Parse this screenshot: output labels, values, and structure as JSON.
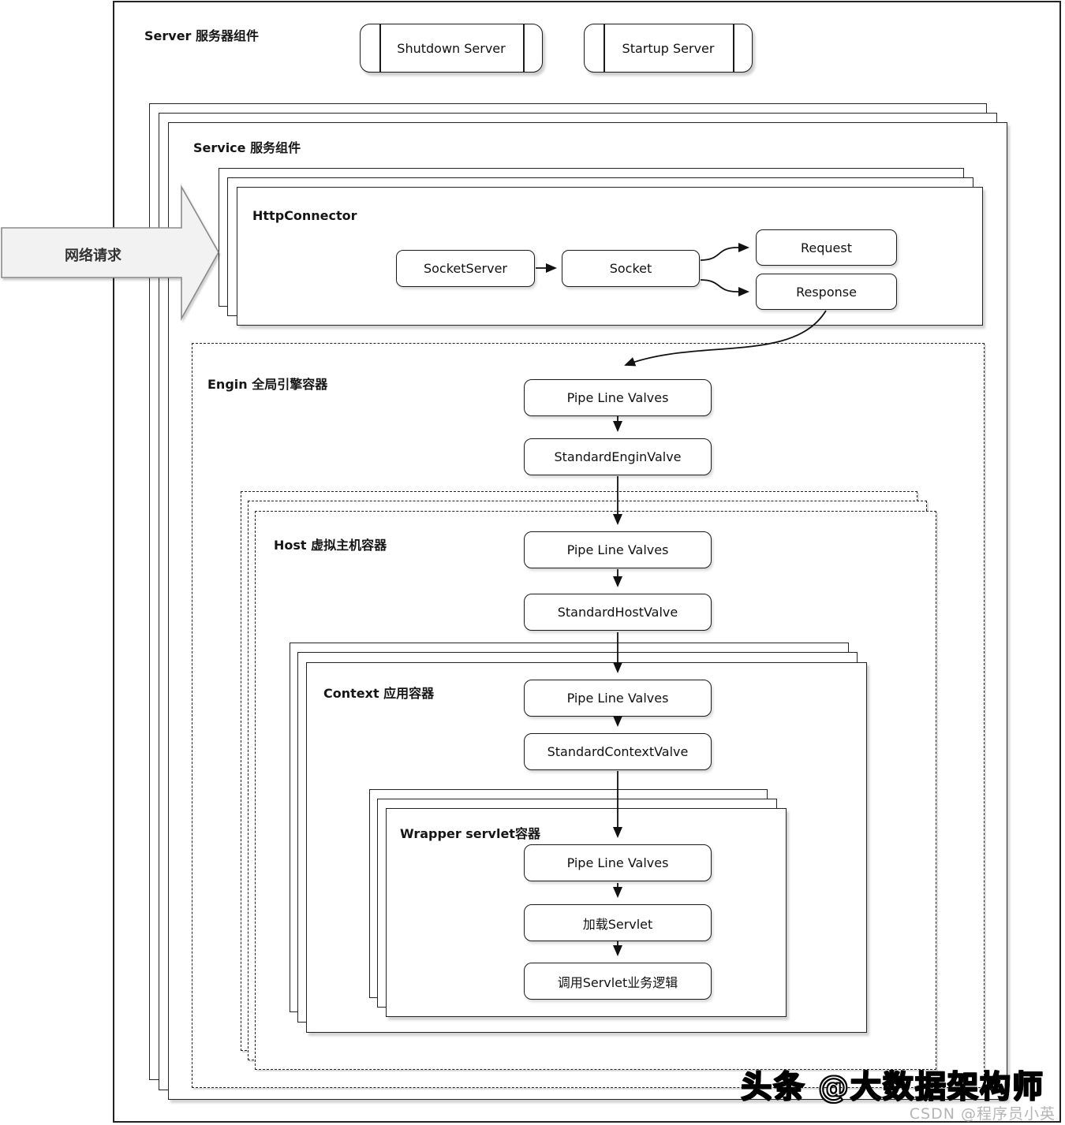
{
  "server": {
    "label": "Server 服务器组件",
    "shutdown_label": "Shutdown Server",
    "startup_label": "Startup Server"
  },
  "service": {
    "label": "Service 服务组件"
  },
  "network_arrow": {
    "label": "网络请求"
  },
  "http_connector": {
    "label": "HttpConnector",
    "socket_server": "SocketServer",
    "socket": "Socket",
    "request": "Request",
    "response": "Response"
  },
  "engine": {
    "label": "Engin 全局引擎容器",
    "pipeline_label": "Pipe Line Valves",
    "valve_label": "StandardEnginValve"
  },
  "host": {
    "label": "Host 虚拟主机容器",
    "pipeline_label": "Pipe Line Valves",
    "valve_label": "StandardHostValve"
  },
  "context": {
    "label": "Context 应用容器",
    "pipeline_label": "Pipe Line Valves",
    "valve_label": "StandardContextValve"
  },
  "wrapper": {
    "label": "Wrapper servlet容器",
    "pipeline_label": "Pipe Line Valves",
    "load_servlet_label": "加载Servlet",
    "invoke_servlet_label": "调用Servlet业务逻辑"
  },
  "watermark": {
    "primary": "头条 @大数据架构师",
    "secondary": "CSDN @程序员小英"
  },
  "colors": {
    "line": "#1a1a1a",
    "network_arrow_fill": "#f2f2f2",
    "network_arrow_border": "#8a8a8a",
    "watermark_gray": "#b5b5b5"
  }
}
